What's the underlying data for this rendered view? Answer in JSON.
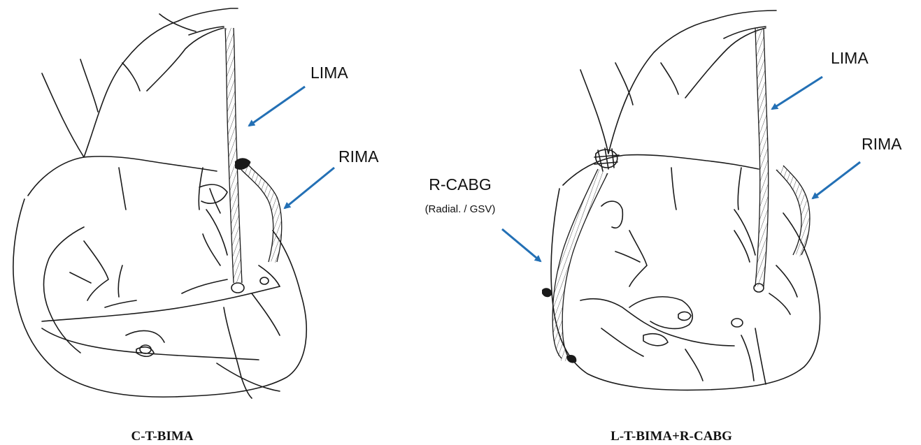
{
  "panels": [
    {
      "id": "left",
      "caption": "C-T-BIMA",
      "labels": {
        "lima": "LIMA",
        "rima": "RIMA"
      }
    },
    {
      "id": "right",
      "caption": "L-T-BIMA+R-CABG",
      "labels": {
        "lima": "LIMA",
        "rima": "RIMA",
        "rcabg": "R-CABG",
        "rcabg_sub": "(Radial. / GSV)"
      }
    }
  ],
  "colors": {
    "arrow": "#2370b5",
    "ink": "#1a1a1a",
    "graft_hatch": "#555555"
  }
}
